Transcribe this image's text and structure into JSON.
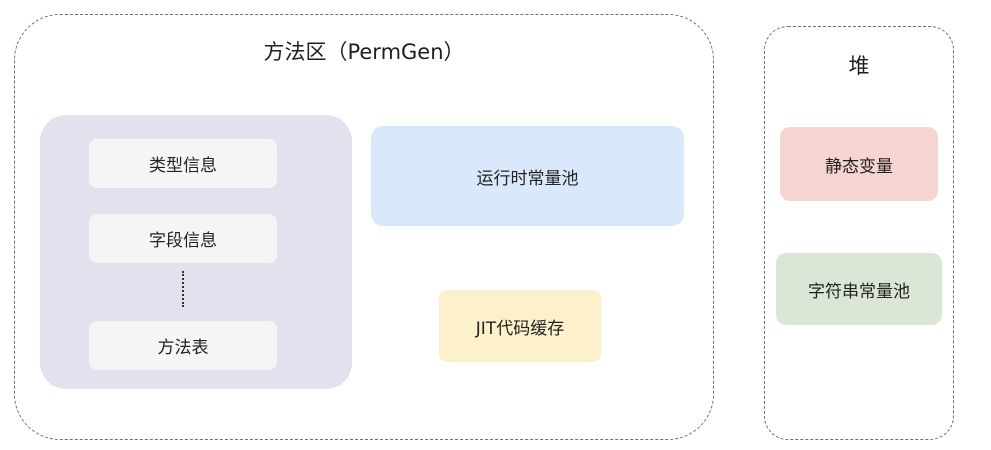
{
  "method_area": {
    "title": "方法区（PermGen）",
    "class_metadata": {
      "items": [
        "类型信息",
        "字段信息",
        "方法表"
      ]
    },
    "runtime_constant_pool": "运行时常量池",
    "jit_code_cache": "JIT代码缓存"
  },
  "heap": {
    "title": "堆",
    "static_variables": "静态变量",
    "string_constant_pool": "字符串常量池"
  },
  "colors": {
    "class_metadata_bg": "#e4e0ee",
    "meta_item_bg": "#f6f4f4",
    "runtime_pool_bg": "#dae8fb",
    "jit_cache_bg": "#fcf1cb",
    "static_vars_bg": "#f5d4d1",
    "string_pool_bg": "#dbe7d6",
    "border": "#6f6f6f"
  }
}
